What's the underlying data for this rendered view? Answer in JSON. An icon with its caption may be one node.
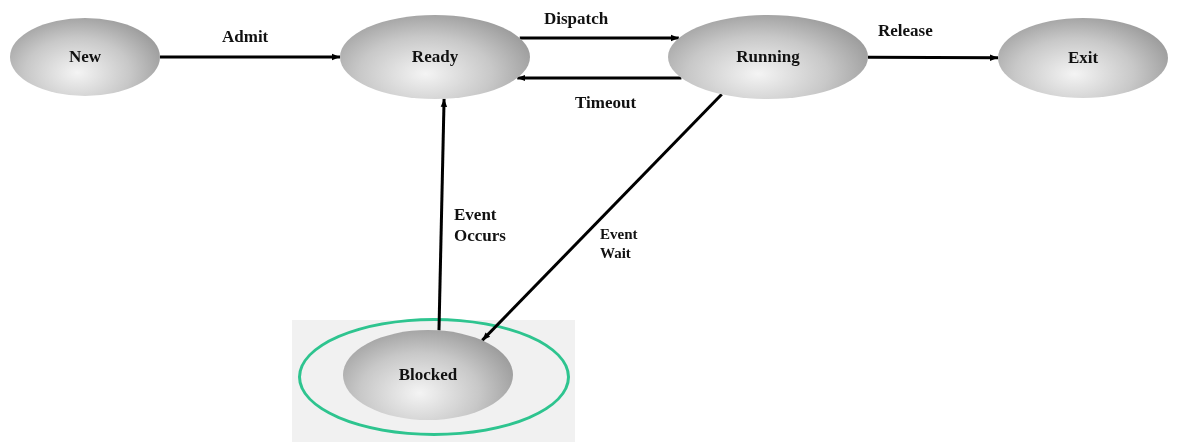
{
  "diagram": {
    "nodes": [
      {
        "text": [
          "New"
        ]
      },
      {
        "text": [
          "Ready"
        ]
      },
      {
        "text": [
          "Running"
        ]
      },
      {
        "text": [
          "Exit"
        ]
      },
      {
        "text": [
          "Blocked"
        ]
      }
    ],
    "edges": [
      {
        "from": 0,
        "to": 1,
        "arrow": "to",
        "label": "Admit"
      },
      {
        "from": 1,
        "to": 2,
        "arrow": "to",
        "label": "Dispatch"
      },
      {
        "from": 2,
        "to": 1,
        "arrow": "to",
        "label": "Timeout"
      },
      {
        "from": 2,
        "to": 3,
        "arrow": "to",
        "label": "Release"
      },
      {
        "from": 2,
        "to": 4,
        "arrow": "to",
        "label": "Event Wait"
      },
      {
        "from": 4,
        "to": 1,
        "arrow": "to",
        "label": "Event Occurs"
      }
    ]
  }
}
